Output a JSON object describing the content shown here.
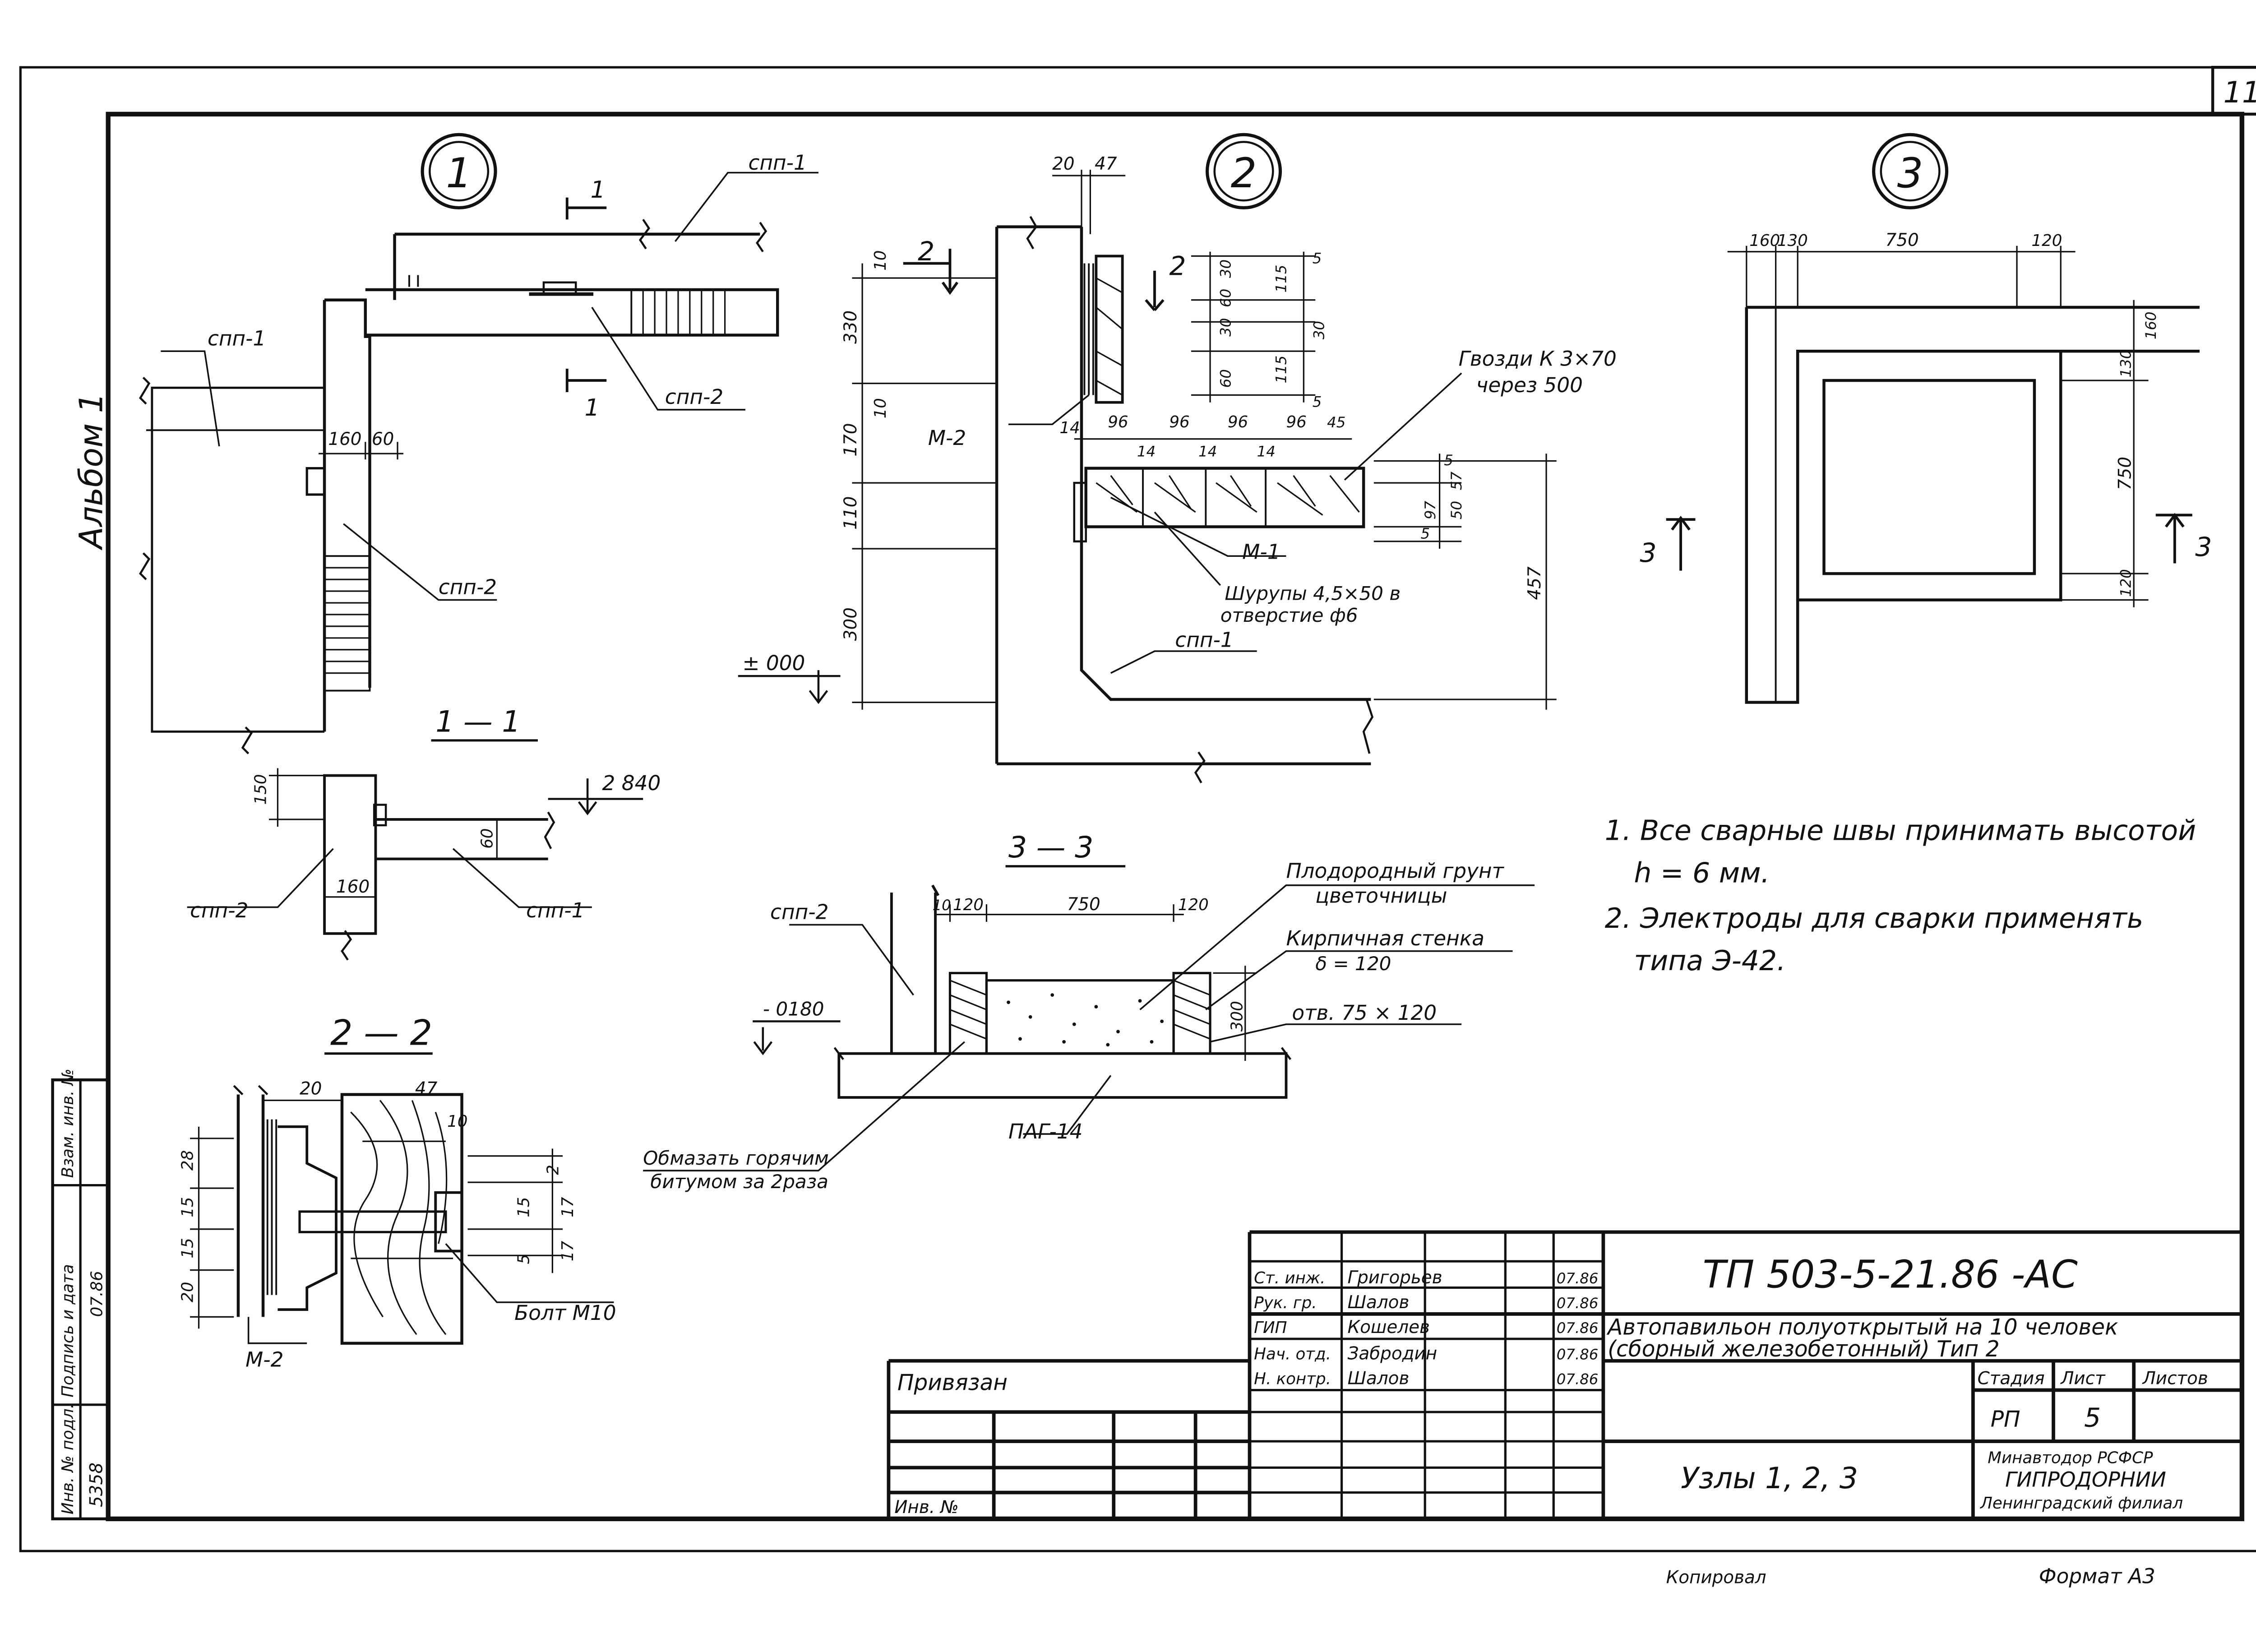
{
  "sheet": {
    "number": "11",
    "album": "Альбом 1",
    "copied": "Копировал",
    "format": "Формат А3"
  },
  "nodes": {
    "node1": "1",
    "node2": "2",
    "node3": "3"
  },
  "labels": {
    "spp1": "спп-1",
    "spp2": "спп-2",
    "m1": "М-1",
    "m2": "М-2",
    "sec11": "1 — 1",
    "sec22": "2 — 2",
    "sec33": "3 — 3",
    "cut1": "1",
    "cut2": "2",
    "cut3": "3",
    "nails_1": "Гвозди К 3×70",
    "nails_2": "через 500",
    "screws_1": "Шурупы 4,5×50 в",
    "screws_2": "отверстие ф6",
    "soil_1": "Плодородный грунт",
    "soil_2": "цветочницы",
    "brick_1": "Кирпичная стенка",
    "brick_2": "δ = 120",
    "hole": "отв. 75 × 120",
    "pag": "ПАГ-14",
    "bitumen_1": "Обмазать горячим",
    "bitumen_2": "битумом за 2раза",
    "bolt": "Болт М10",
    "elev_zero": "± 000",
    "elev_2840": "2 840",
    "elev_m180": "- 0180"
  },
  "dims": {
    "d20": "20",
    "d47": "47",
    "d10": "10",
    "d330": "330",
    "d170": "170",
    "d110": "110",
    "d300": "300",
    "d14": "14",
    "d96": "96",
    "d45": "45",
    "d5": "5",
    "d97": "97",
    "d50": "50",
    "d57": "57",
    "d457": "457",
    "d30": "30",
    "d60": "60",
    "d115": "115",
    "d160": "160",
    "d130": "130",
    "d750": "750",
    "d120": "120",
    "d150": "150",
    "d28": "28",
    "d15": "15",
    "d17": "17",
    "d2": "2"
  },
  "notes": [
    "1. Все сварные швы принимать высотой",
    "h = 6 мм.",
    "2. Электроды для сварки применять",
    "типа Э-42."
  ],
  "title_block": {
    "code": "ТП 503-5-21.86 -АС",
    "description_1": "Автопавильон полуоткрытый на 10 человек",
    "description_2": "(сборный железобетонный) Тип 2",
    "sheet_title": "Узлы 1, 2, 3",
    "privyazan": "Привязан",
    "inv_no": "Инв. №",
    "stage_h": "Стадия",
    "sheet_h": "Лист",
    "sheets_h": "Листов",
    "stage": "РП",
    "sheet_no": "5",
    "org_1": "Минавтодор РСФСР",
    "org_2": "ГИПРОДОРНИИ",
    "org_3": "Ленинградский филиал",
    "staff": [
      {
        "role": "Ст. инж.",
        "name": "Григорьев",
        "date": "07.86"
      },
      {
        "role": "Рук. гр.",
        "name": "Шалов",
        "date": "07.86"
      },
      {
        "role": "ГИП",
        "name": "Кошелев",
        "date": "07.86"
      },
      {
        "role": "Нач. отд.",
        "name": "Забродин",
        "date": "07.86"
      },
      {
        "role": "Н. контр.",
        "name": "Шалов",
        "date": "07.86"
      }
    ]
  },
  "side_stamp": {
    "inv_orig": "Инв. № подл.",
    "sign_date": "Подпись и дата",
    "replace": "Взам. инв. №",
    "inv_value": "5358",
    "date_value": "07.86"
  }
}
